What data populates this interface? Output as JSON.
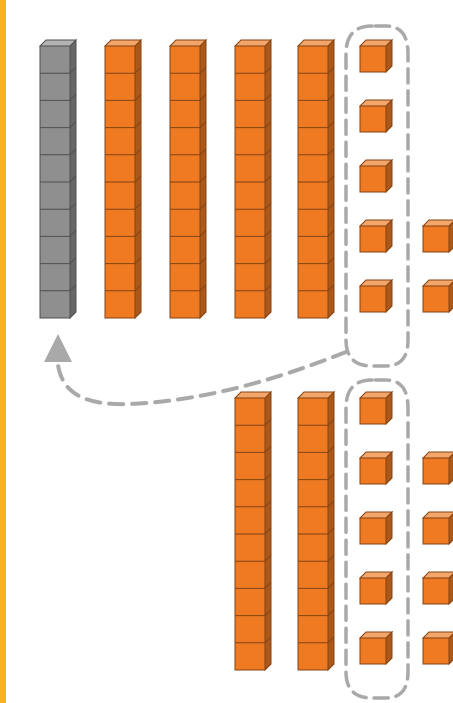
{
  "diagram": {
    "kind": "base-ten-blocks-regrouping",
    "colors": {
      "page_background": "#ffffff",
      "margin_rule": "#f2b51c",
      "regrouped_ten": "#8f8f8f",
      "ten_rod": "#ef7a22",
      "unit_cube": "#ef7a22",
      "dashed_outline": "#a9a9a9",
      "arrow": "#a9a9a9"
    },
    "top_row": {
      "regrouped_ten_rods": 1,
      "ten_rods": 4,
      "unit_cubes": 7
    },
    "bottom_row": {
      "ten_rods": 2,
      "unit_cubes": 9
    },
    "circled_unit_cubes": 10,
    "arrow": {
      "from": "circled-unit-cubes",
      "to": "regrouped-ten-rod",
      "style": "dashed"
    }
  }
}
